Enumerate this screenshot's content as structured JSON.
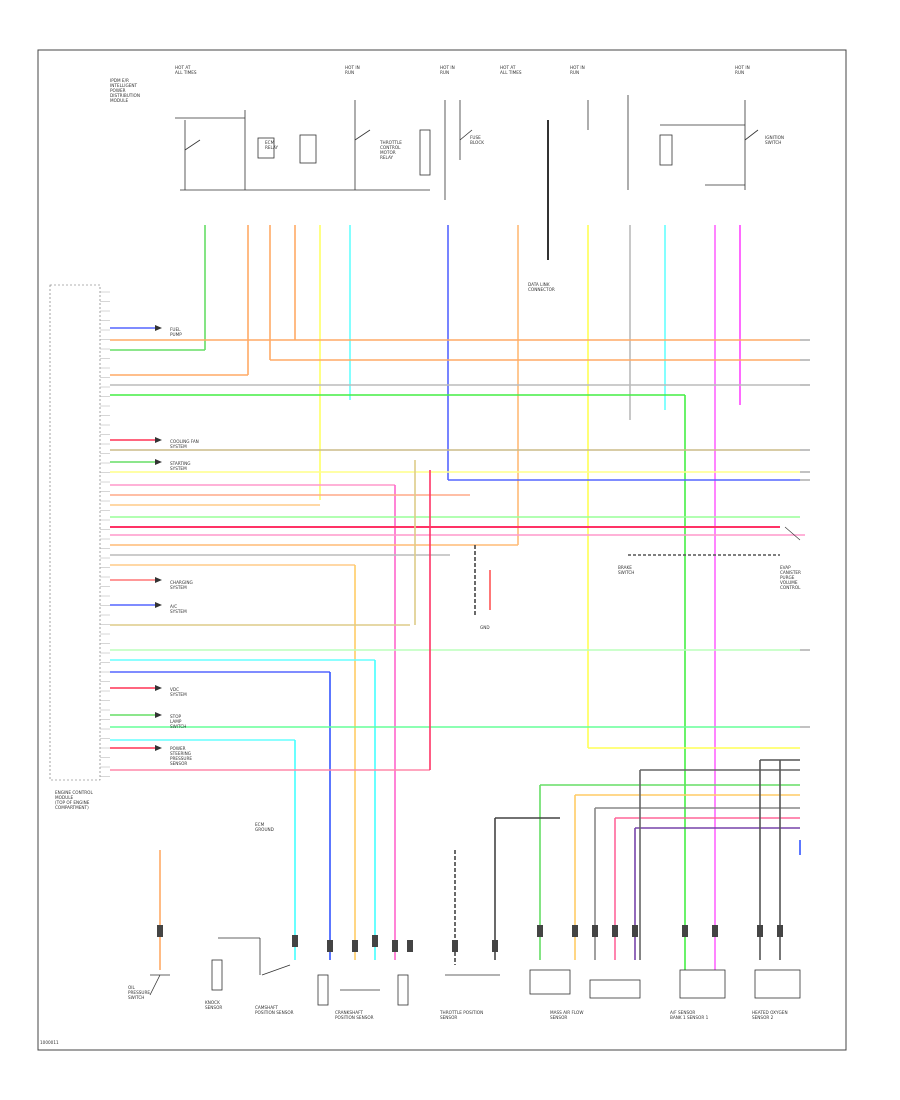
{
  "diagram": {
    "labels": {
      "engine_control_module": "ENGINE CONTROL\nMODULE\n(TOP OF ENGINE\nCOMPARTMENT)",
      "heated_o2_sensor_1": "A/F SENSOR\nBANK 1 SENSOR 1",
      "heated_o2_sensor_2": "HEATED OXYGEN\nSENSOR 2",
      "throttle_position_sensor": "THROTTLE POSITION\nSENSOR",
      "mass_air_flow_sensor": "MASS AIR FLOW\nSENSOR",
      "camshaft_position_sensor": "CAMSHAFT\nPOSITION SENSOR",
      "crankshaft_position_sensor": "CRANKSHAFT\nPOSITION SENSOR",
      "oil_pressure_switch": "OIL\nPRESSURE\nSWITCH",
      "evap_canister": "EVAP\nCANISTER\nPURGE\nVOLUME\nCONTROL",
      "knock_sensor": "KNOCK\nSENSOR",
      "ground_point": "GND",
      "footer_code": "1000011",
      "hot_at_all_times_1": "HOT AT\nALL TIMES",
      "hot_at_all_times_2": "HOT AT\nALL TIMES",
      "hot_in_run_1": "HOT IN\nRUN",
      "hot_in_run_2": "HOT IN\nRUN",
      "hot_in_run_3": "HOT IN\nRUN",
      "hot_in_run_4": "HOT IN\nRUN",
      "ipdm_label": "IPDM E/R\nINTELLIGENT\nPOWER\nDISTRIBUTION\nMODULE",
      "fuse_block": "FUSE\nBLOCK",
      "data_link": "DATA LINK\nCONNECTOR",
      "ecm_relay": "ECM\nRELAY",
      "throttle_relay": "THROTTLE\nCONTROL\nMOTOR\nRELAY",
      "ignition_switch": "IGNITION\nSWITCH",
      "fuel_pump": "FUEL\nPUMP",
      "cooling_fan": "COOLING FAN\nSYSTEM",
      "starting_system": "STARTING\nSYSTEM",
      "charging_system": "CHARGING\nSYSTEM",
      "ac_system": "A/C\nSYSTEM",
      "vdc_system": "VDC\nSYSTEM",
      "stop_lamp_switch": "STOP\nLAMP\nSWITCH",
      "brake_switch": "BRAKE\nSWITCH",
      "power_steering": "POWER\nSTEERING\nPRESSURE\nSENSOR",
      "ecm_ground": "ECM\nGROUND"
    },
    "colors": {
      "green": "#44ee44",
      "orange": "#ffaa66",
      "yellow": "#ffff44",
      "cyan": "#44ffff",
      "pink": "#ff99cc",
      "magenta": "#ff44ff",
      "blue": "#3355ff",
      "red": "#ff3355",
      "brown": "#cc9966",
      "gray": "#888888",
      "black": "#222222",
      "purple": "#7744aa",
      "lightgreen": "#99ff88",
      "lightgray": "#bbbbbb"
    }
  }
}
